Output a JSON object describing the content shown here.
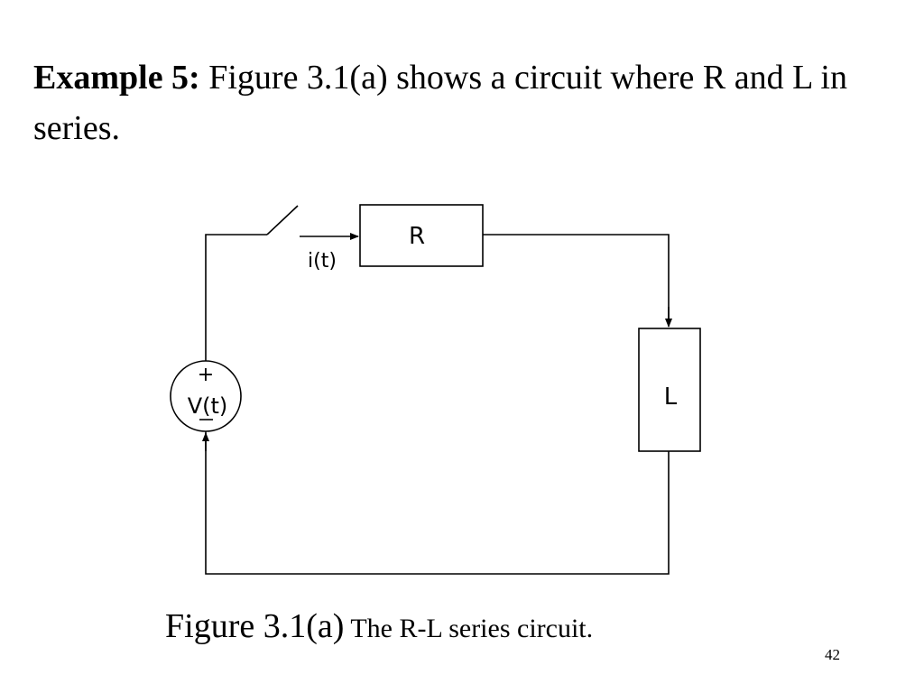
{
  "heading": {
    "label": "Example 5:",
    "text": " Figure 3.1(a) shows a circuit where R and L in series."
  },
  "circuit": {
    "resistor_label": "R",
    "inductor_label": "L",
    "current_label": "i(t)",
    "source_label": "V(t)",
    "source_plus": "+"
  },
  "caption": {
    "figure_number": "Figure 3.1(a)",
    "description": " The R-L series circuit."
  },
  "page_number": "42"
}
